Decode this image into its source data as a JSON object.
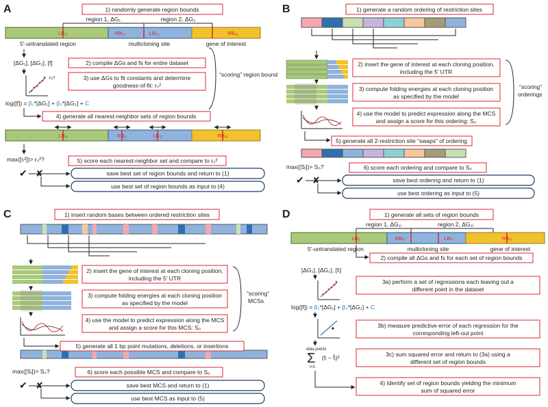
{
  "panels": {
    "A": {
      "label": "A",
      "step1": "1) randomly generate region bounds",
      "region1": "region 1, ΔG₁",
      "region2": "region 2, ΔG₂",
      "lb1": "LB₁₁",
      "rb1": "RB₁₁",
      "lb2": "LB₂₁",
      "rb2": "RB₂₁",
      "utr": "5'-untranslated region",
      "mcs": "multicloning site",
      "goi": "gene of interest",
      "vars": "[ΔG₁], [ΔG₂], [f]",
      "step2": "2) compile ΔGs and fs for entire dataset",
      "r0": "r₀²",
      "step3a": "3) use ΔGs to fit constants and determine",
      "step3b": "goodness-of-fit: r₀²",
      "scoring": "“scoring” region bound",
      "eq_a": "log([f]) = ",
      "eq_b": "β₁",
      "eq_c": "*[ΔG₁] + ",
      "eq_d": "β₂",
      "eq_e": "*[ΔG₂] + ",
      "eq_f": "C",
      "step4": "4) generate all nearest-neighbor sets of region bounds",
      "lbi": "LB₁ᵢ",
      "rbi": "RB₁ᵢ",
      "lb2i": "LB₂ᵢ",
      "rb2i": "RB₂ᵢ",
      "cond": "max([rᵢ²])> r₀²?",
      "step5": "5) score each nearest-neighbor set and compare to r₀²",
      "save": "save best set of region bounds and return to (1)",
      "use": "use best set of region bounds as input to (4)"
    },
    "B": {
      "label": "B",
      "step1": "1) generate a random ordering of restriction sites",
      "step2a": "2) insert the gene of interest at each cloning position,",
      "step2b": "including the 5' UTR",
      "step3a": "3) compute folding energies at each cloning position",
      "step3b": "as specified by the model",
      "step4a": "4) use the model to predict expression along the MCS",
      "step4b": "and assign a score for this ordering: S₀",
      "scoring1": "“scoring”",
      "scoring2": "orderings",
      "step5": "5) generate all 2-restriction site “swaps” of ordering",
      "cond": "max([Sᵢ])> S₀?",
      "step6": "6) score each ordering and compare to S₀",
      "save": "save best ordering and return to (1)",
      "use": "use best ordering as input to (5)"
    },
    "C": {
      "label": "C",
      "step1": "1) insert random bases between ordered restriction sites",
      "step2a": "2) insert the gene of interest at each cloning position,",
      "step2b": "including the 5' UTR",
      "step3a": "3) compute folding energies at each cloning position",
      "step3b": "as specified by the model",
      "step4a": "4) use the model to predict expression along the MCS",
      "step4b": "and assign a score for this MCS: S₀",
      "scoring1": "“scoring”",
      "scoring2": "MCSs",
      "step5": "5) generate all 1 bp point mutations, deletions, or insertions",
      "cond": "max([Sᵢ])> S₀?",
      "step6": "6) score each possible MCS and compare to S₀",
      "save": "save best MCS and return to (1)",
      "use": "use best MCS as input to (5)"
    },
    "D": {
      "label": "D",
      "step1": "1) generate all sets of region bounds",
      "region1": "region 1, ΔG₁ᵢ",
      "region2": "region 2, ΔG₂ᵢ",
      "lb1": "LB₁ᵢ",
      "rb1": "RB₁ᵢ",
      "lb2": "LB₂ᵢ",
      "rb2": "RB₂ᵢ",
      "utr": "5'-untranslated region",
      "mcs": "multicloning site",
      "goi": "gene of interest",
      "step2": "2) compile all ΔGs and fs for each set of region bounds",
      "vars": "[ΔG₁], [ΔG₂], [fᵢ]",
      "step3a1": "3a) perform a set of regressions each leaving out a",
      "step3a2": "different point in the dataset",
      "eq_a": "log([f]) = ",
      "eq_b": "β₁",
      "eq_c": "*[ΔG₁] + ",
      "eq_d": "β₂",
      "eq_e": "*[ΔG₂] + ",
      "eq_f": "C",
      "step3b1": "3b) measure predictive error of each regression for the",
      "step3b2": "corresponding left-out point",
      "sum_top": "data points",
      "sum_bot": "i=1",
      "sum_expr": "(fᵢ − f̂ᵢ)²",
      "step3c1": "3c) sum squared error and return to (3a) using a",
      "step3c2": "different set of region bounds",
      "step4a": "4) Identify set of region bounds yielding the minimum",
      "step4b": "sum of squared error"
    }
  },
  "colors": {
    "utr": "#a9c97a",
    "mcs": "#8fb3dc",
    "goi": "#f2c12e",
    "box_border": "#d8262c",
    "pill_border": "#1f3b63",
    "accent_blue": "#2b7bbd",
    "check": "#1f9b3a",
    "cross": "#d8262c"
  }
}
